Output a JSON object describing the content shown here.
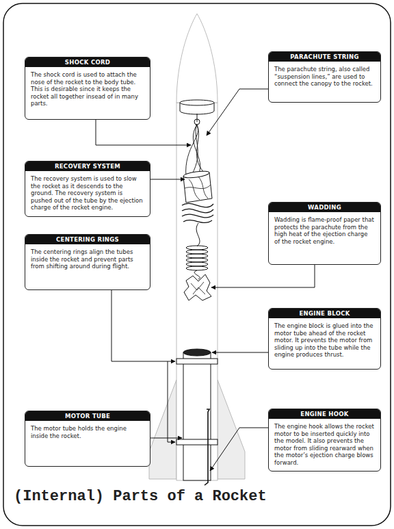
{
  "diagram": {
    "title": "(Internal) Parts of a Rocket",
    "nodes": [
      {
        "text": [
          "PARACHUTE STRING",
          "The parachute string, also called “suspension lines,” are used to connect the canopy to the rocket."
        ]
      },
      {
        "text": [
          "SHOCK CORD",
          "The shock cord is used to attach the nose of the rocket to the body tube. This is desirable since it keeps the rocket all together insead of in many parts."
        ]
      },
      {
        "text": [
          "RECOVERY SYSTEM",
          "The recovery system is used to slow the rocket as it descends to the ground. The recovery system is pushed out of the tube by the ejection charge of the rocket engine."
        ]
      },
      {
        "text": [
          "WADDING",
          "Wadding is flame-proof paper that protects the parachute from the high heat of the ejection charge of the rocket engine."
        ]
      },
      {
        "text": [
          "CENTERING RINGS",
          "The centering rings align the tubes inside the rocket and prevent parts from shifting around during flight."
        ]
      },
      {
        "text": [
          "ENGINE BLOCK",
          "The engine block is glued into the motor tube ahead of the rocket motor. It prevents the motor from sliding up into the tube while the engine produces thrust."
        ]
      },
      {
        "text": [
          "MOTOR TUBE",
          "The motor tube holds the engine inside the rocket."
        ]
      },
      {
        "text": [
          "ENGINE HOOK",
          "The engine hook allows the rocket motor to be inserted quickly into the model. It also prevents the motor from sliding rearward when the motor’s ejection charge blows forward."
        ]
      }
    ]
  }
}
